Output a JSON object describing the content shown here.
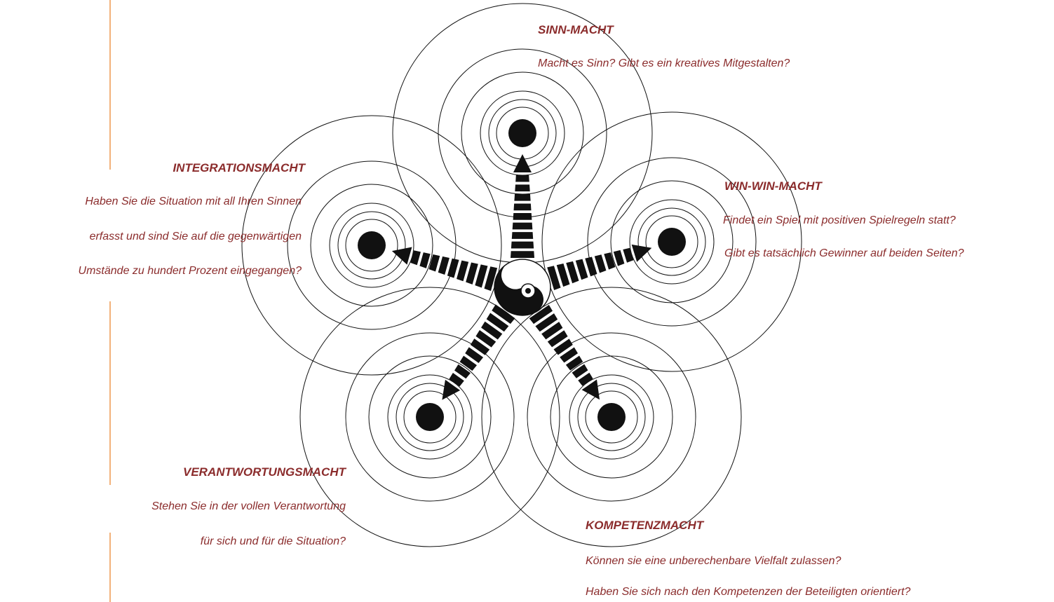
{
  "colors": {
    "text": "#8b2c2c",
    "accent_line": "#f2b27a",
    "ink": "#111111"
  },
  "sections": {
    "sinn": {
      "title": "SINN-MACHT",
      "lines": [
        "Macht es Sinn? Gibt es ein kreatives Mitgestalten?"
      ]
    },
    "integration": {
      "title": "INTEGRATIONSMACHT",
      "lines": [
        "Haben Sie die Situation mit all Ihren Sinnen",
        "erfasst und sind Sie auf die gegenwärtigen",
        "Umstände zu hundert Prozent eingegangen?"
      ]
    },
    "winwin": {
      "title": "WIN-WIN-MACHT",
      "lines": [
        "Findet ein Spiel mit positiven Spielregeln statt?",
        "Gibt es tatsächlich Gewinner auf beiden Seiten?"
      ]
    },
    "verantwortung": {
      "title": "VERANTWORTUNGSMACHT",
      "lines": [
        "Stehen Sie in der vollen Verantwortung",
        "für sich und für die Situation?"
      ]
    },
    "kompetenz": {
      "title": "KOMPETENZMACHT",
      "lines": [
        "Können sie eine unberechenbare Vielfalt zulassen?",
        "Haben Sie sich nach den Kompetenzen der Beteiligten orientiert?"
      ]
    }
  }
}
